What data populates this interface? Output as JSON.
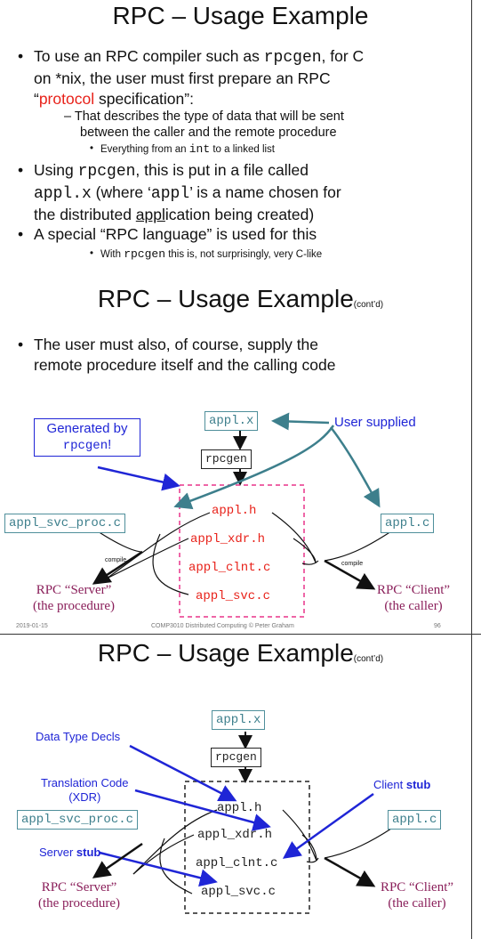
{
  "slide1": {
    "title": "RPC – Usage Example",
    "bullet1": {
      "a": "To use an RPC compiler such as ",
      "code": "rpcgen",
      "b": ", for C",
      "line2": "on *nix, the user must first prepare an RPC",
      "q1": "“",
      "protocol": "protocol",
      "q2": " specification”:"
    },
    "sub1": {
      "line1": "– That describes the type of data that will be sent",
      "line2": "between the caller and the remote procedure"
    },
    "subsub1": {
      "a": "Everything from an ",
      "code": "int",
      "b": " to a linked list"
    },
    "bullet2": {
      "a": "Using ",
      "code1": "rpcgen",
      "b": ", this is put in a file called",
      "code2": "appl.x",
      "c": " (where ‘",
      "code3": "appl",
      "d": "’ is a name chosen for",
      "line3a": "the distributed ",
      "appl_u": "appl",
      "line3b": "ication being created)"
    },
    "bullet3": "A special “RPC language” is used for this",
    "subsub2": {
      "a": "With ",
      "code": "rpcgen",
      "b": " this is, not surprisingly, very C-like"
    }
  },
  "slide2": {
    "title": "RPC – Usage Example",
    "contd": "(cont’d)",
    "bullet1": {
      "line1": "The user must also, of course, supply the",
      "line2": "remote procedure itself and the calling code"
    },
    "generated": {
      "line1": "Generated by",
      "line2": "rpcgen",
      "excl": "!"
    },
    "user_supplied": "User supplied",
    "appl_x": "appl.x",
    "rpcgen": "rpcgen",
    "svc_proc": "appl_svc_proc.c",
    "appl_c": "appl.c",
    "files": [
      "appl.h",
      "appl_xdr.h",
      "appl_clnt.c",
      "appl_svc.c"
    ],
    "compile": "compile",
    "server": {
      "line1": "RPC “Server”",
      "line2": "(the procedure)"
    },
    "client": {
      "line1": "RPC “Client”",
      "line2": "(the caller)"
    },
    "footer": {
      "date": "2019-01-15",
      "course": "COMP3010 Distributed Computing © Peter Graham",
      "page": "96"
    }
  },
  "slide3": {
    "title": "RPC – Usage Example",
    "contd": "(cont’d)",
    "appl_x": "appl.x",
    "rpcgen": "rpcgen",
    "svc_proc": "appl_svc_proc.c",
    "appl_c": "appl.c",
    "files": [
      "appl.h",
      "appl_xdr.h",
      "appl_clnt.c",
      "appl_svc.c"
    ],
    "data_type": "Data Type Decls",
    "translation": {
      "line1": "Translation Code",
      "line2": "(XDR)"
    },
    "server_stub": {
      "a": "Server ",
      "b": "stub"
    },
    "client_stub": {
      "a": "Client ",
      "b": "stub"
    },
    "server": {
      "line1": "RPC “Server”",
      "line2": "(the procedure)"
    },
    "client": {
      "line1": "RPC “Client”",
      "line2": "(the caller)"
    }
  },
  "colors": {
    "red": "#e8221a",
    "blue": "#1f25d6",
    "teal": "#3d7f8c",
    "pink": "#e8338a"
  }
}
